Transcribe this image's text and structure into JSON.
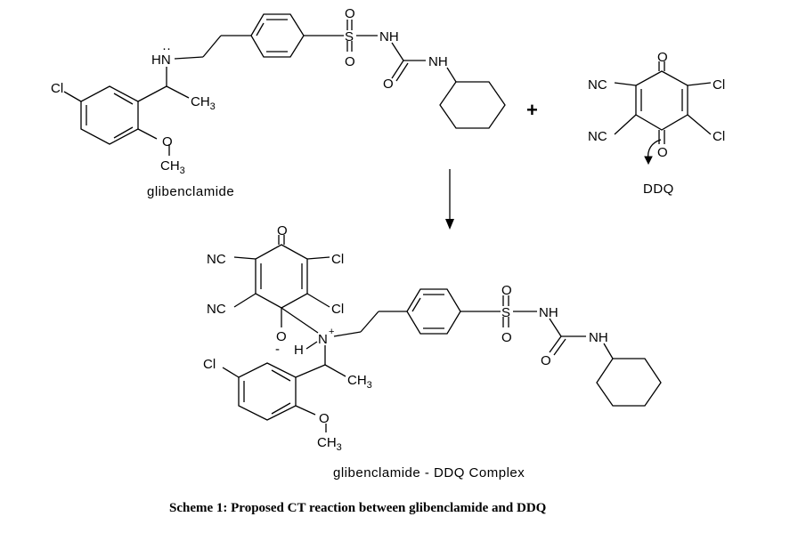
{
  "figure": {
    "caption": "Scheme 1: Proposed CT reaction between glibenclamide and DDQ",
    "reactant_1": {
      "name": "glibenclamide",
      "labels": {
        "cl": "Cl",
        "nh_amine": "HN",
        "lone_pair": "··",
        "ch3": "CH",
        "ch3_sub": "3",
        "o_methoxy": "O",
        "och3": "CH",
        "och3_sub": "3",
        "so2_s": "S",
        "so2_o_top": "O",
        "so2_o_bottom": "O",
        "nh_sulfonyl": "NH",
        "nh_urea": "NH",
        "o_urea": "O"
      }
    },
    "plus_sign": "+",
    "reactant_2": {
      "name": "DDQ",
      "labels": {
        "o_top": "O",
        "o_bottom": "O",
        "nc_1": "NC",
        "nc_2": "NC",
        "cl_1": "Cl",
        "cl_2": "Cl"
      }
    },
    "product": {
      "name": "glibenclamide - DDQ Complex",
      "labels": {
        "o_top": "O",
        "nc_1": "NC",
        "nc_2": "NC",
        "cl_1": "Cl",
        "cl_2": "Cl",
        "o_minus": "O",
        "minus": "-",
        "h": "H",
        "n_plus": "N",
        "plus": "+",
        "cl_aryl": "Cl",
        "ch3": "CH",
        "ch3_sub": "3",
        "o_methoxy": "O",
        "och3": "CH",
        "och3_sub": "3",
        "so2_s": "S",
        "so2_o_top": "O",
        "so2_o_bottom": "O",
        "nh_sulfonyl": "NH",
        "nh_urea": "NH",
        "o_urea": "O"
      }
    }
  }
}
